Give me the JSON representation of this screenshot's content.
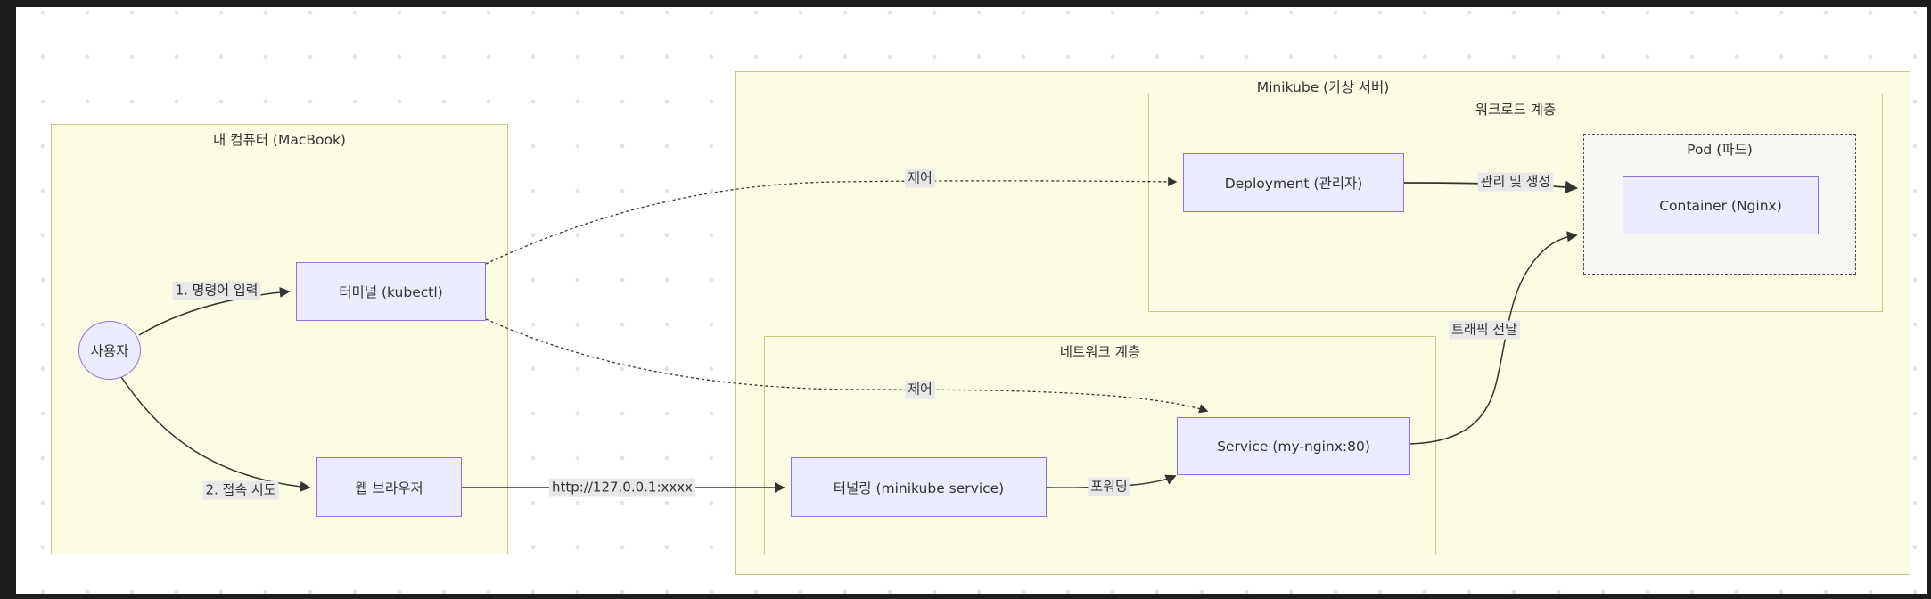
{
  "diagram": {
    "groups": {
      "macbook": {
        "title": "내 컴퓨터 (MacBook)"
      },
      "minikube": {
        "title": "Minikube (가상 서버)"
      },
      "workload": {
        "title": "워크로드 계층"
      },
      "network": {
        "title": "네트워크 계층"
      },
      "pod": {
        "title": "Pod (파드)"
      }
    },
    "nodes": {
      "user": {
        "label": "사용자"
      },
      "terminal": {
        "label": "터미널 (kubectl)"
      },
      "browser": {
        "label": "웹 브라우저"
      },
      "tunnel": {
        "label": "터널링 (minikube service)"
      },
      "service": {
        "label": "Service (my-nginx:80)"
      },
      "deployment": {
        "label": "Deployment (관리자)"
      },
      "container": {
        "label": "Container (Nginx)"
      }
    },
    "edge_labels": {
      "cmd_input": "1. 명령어 입력",
      "access_try": "2. 접속 시도",
      "url": "http://127.0.0.1:xxxx",
      "control_top": "제어",
      "control_bottom": "제어",
      "manage_create": "관리 및 생성",
      "forwarding": "포워딩",
      "traffic": "트래픽 전달"
    },
    "colors": {
      "node_fill": "#ECECFF",
      "node_border": "#9370DB",
      "group_fill": "#fcfce4",
      "group_border": "#c9c97e",
      "pod_border": "#4a4a4a",
      "edge": "#333333",
      "label_bg": "#e8e8e8",
      "frame": "#1d1d1d",
      "dot_grid": "#e3e3e3"
    }
  }
}
